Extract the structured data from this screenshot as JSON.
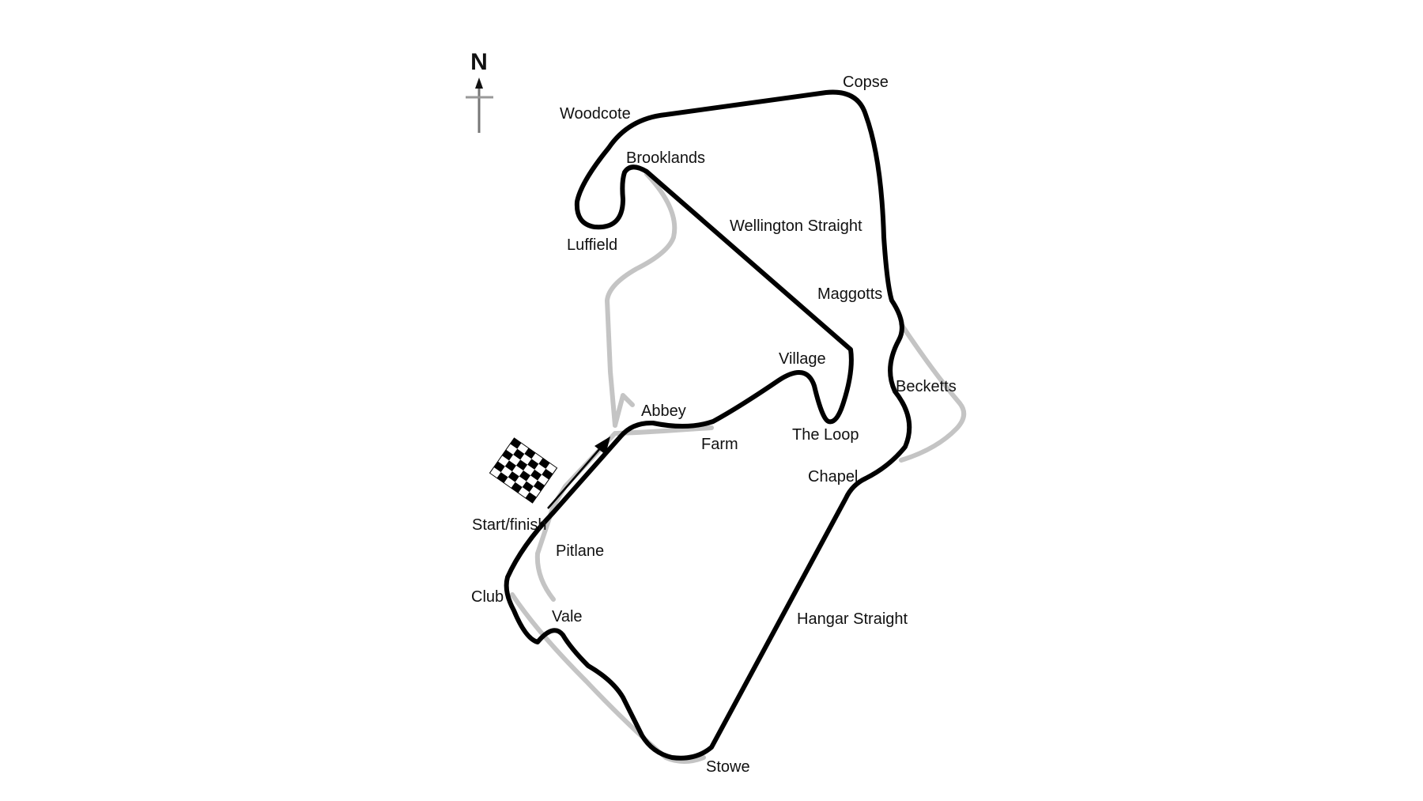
{
  "north_label": "N",
  "colors": {
    "current_track": "#000000",
    "old_track": "#c4c4c4",
    "text": "#111111",
    "background": "#ffffff"
  },
  "icons": [
    "north-arrow-icon",
    "checkered-flag-icon",
    "direction-arrow-icon"
  ],
  "corners": {
    "copse": "Copse",
    "woodcote": "Woodcote",
    "brooklands": "Brooklands",
    "luffield": "Luffield",
    "wellington_straight": "Wellington Straight",
    "maggotts": "Maggotts",
    "village": "Village",
    "becketts": "Becketts",
    "abbey": "Abbey",
    "farm": "Farm",
    "the_loop": "The Loop",
    "chapel": "Chapel",
    "start_finish": "Start/finish",
    "pitlane": "Pitlane",
    "club": "Club",
    "vale": "Vale",
    "hangar_straight": "Hangar Straight",
    "stowe": "Stowe"
  }
}
